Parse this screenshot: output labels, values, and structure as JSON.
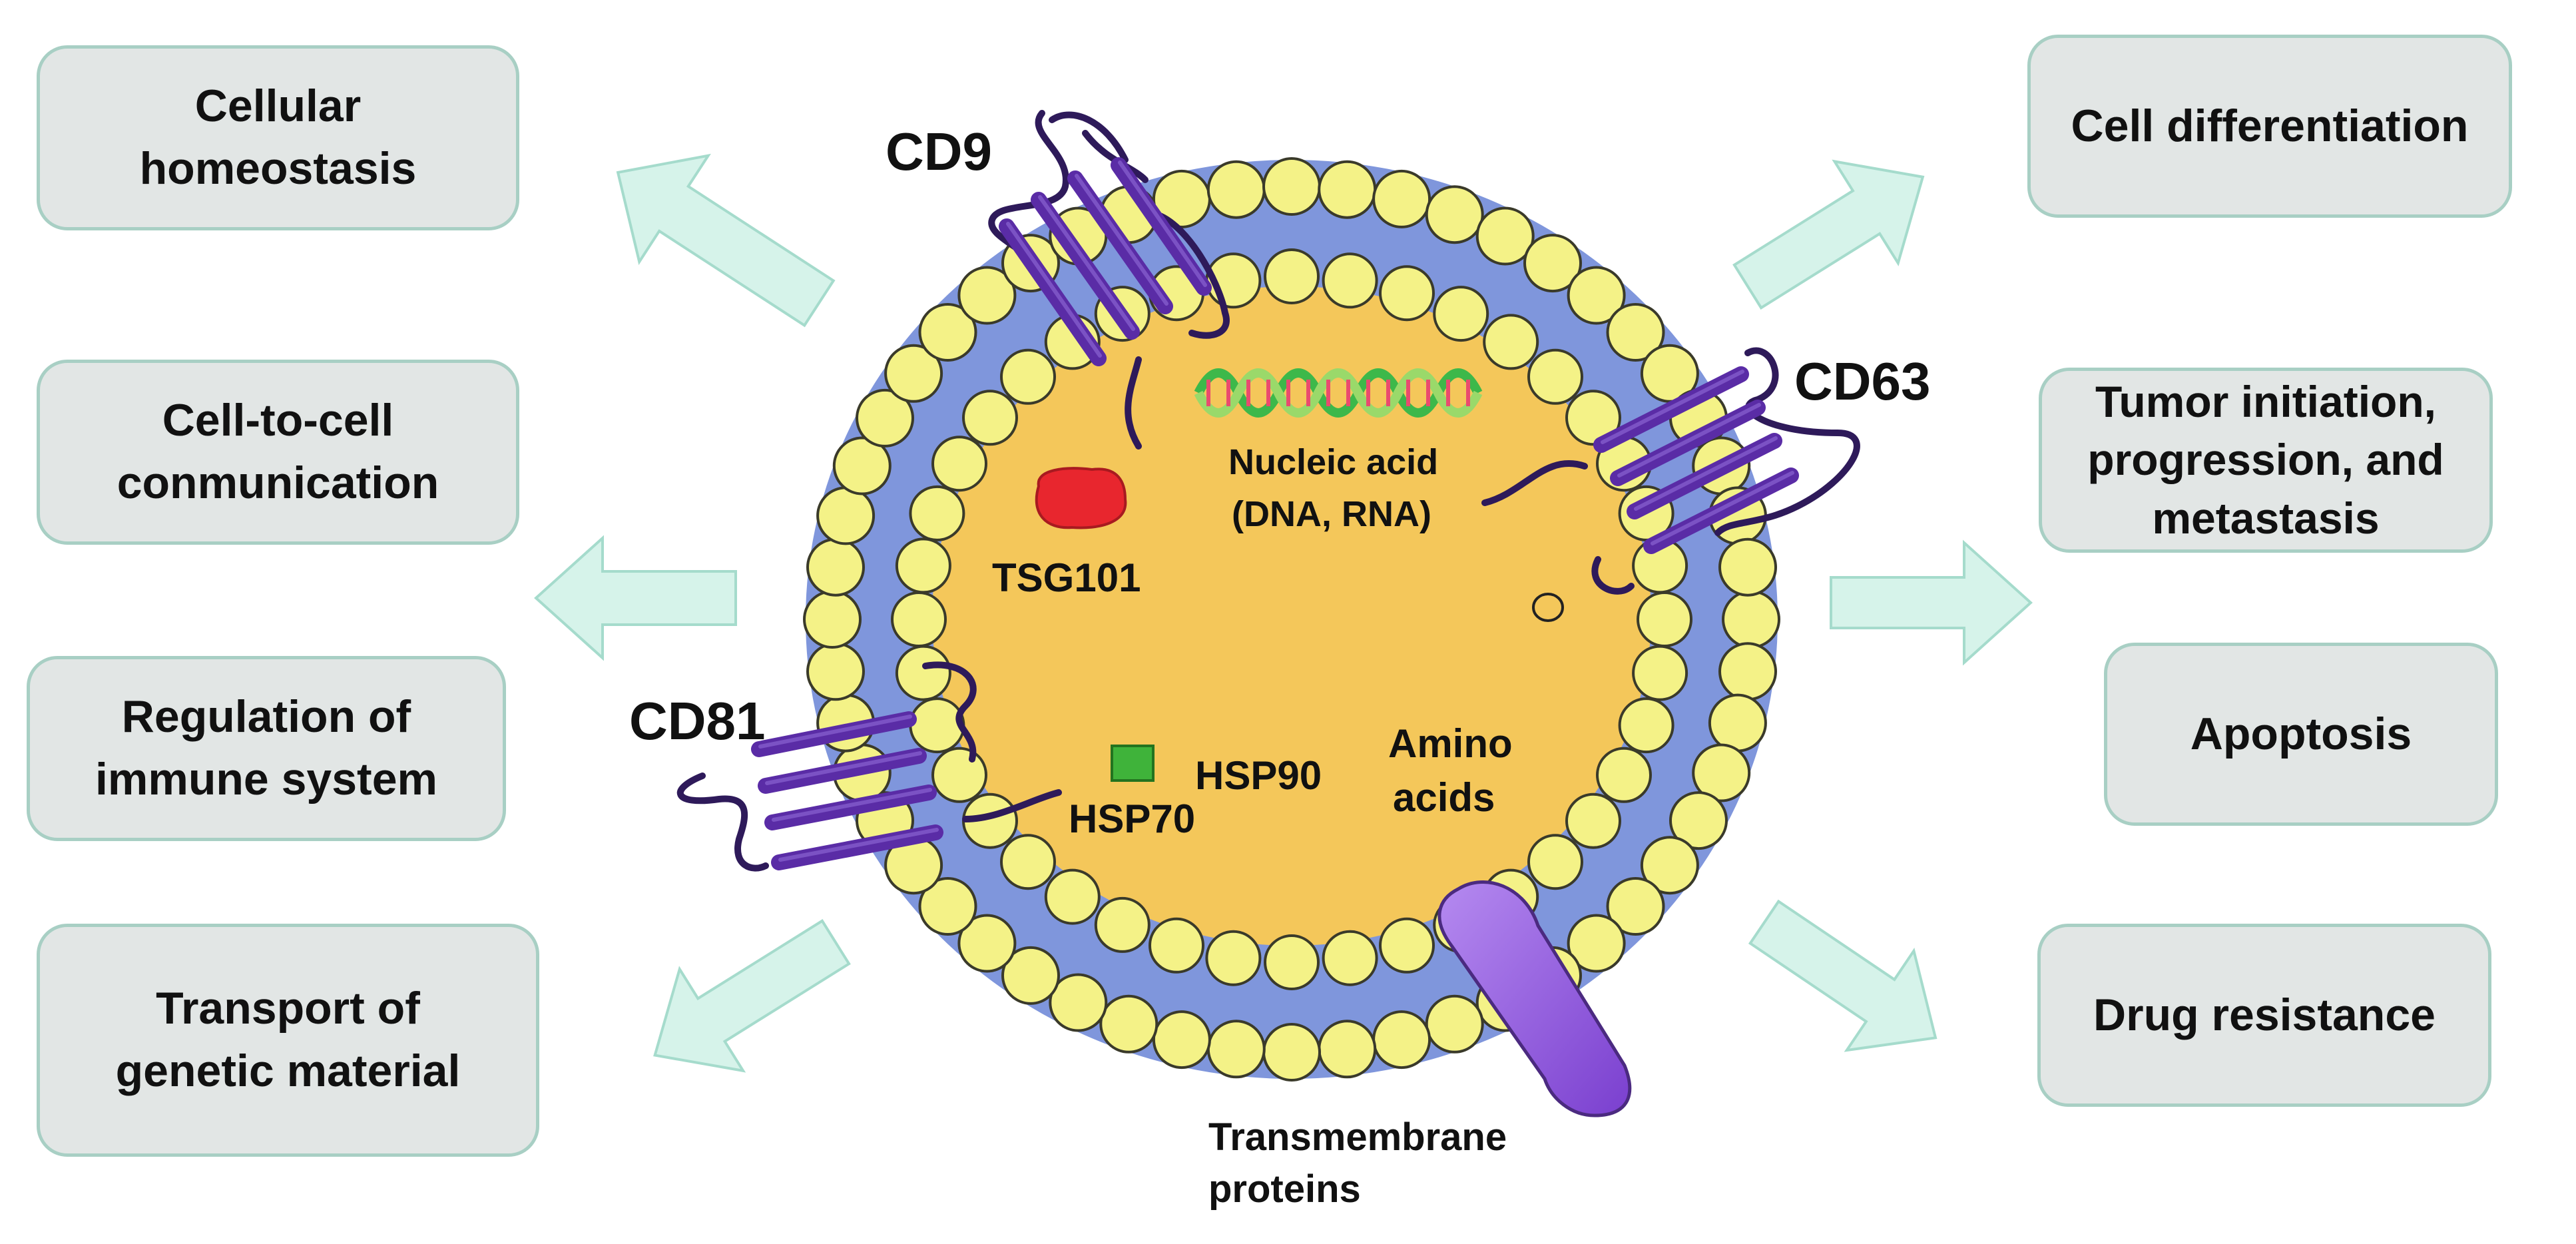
{
  "left_boxes": [
    "Cellular\nhomeostasis",
    "Cell-to-cell\nconmunication",
    "Regulation of\nimmune system",
    "Transport of\ngenetic material"
  ],
  "right_boxes": [
    "Cell differentiation",
    "Tumor initiation,\nprogression, and\nmetastasis",
    "Apoptosis",
    "Drug resistance"
  ],
  "labels": {
    "cd9": "CD9",
    "cd63": "CD63",
    "cd81": "CD81",
    "tsg101": "TSG101",
    "nucleic_acid_1": "Nucleic acid",
    "nucleic_acid_2": "(DNA, RNA)",
    "hsp70": "HSP70",
    "hsp90": "HSP90",
    "amino_1": "Amino",
    "amino_2": "acids",
    "transmembrane_1": "Transmembrane",
    "transmembrane_2": "proteins"
  },
  "colors": {
    "box_fill": "#e2e6e5",
    "box_border": "#a8cfc4",
    "arrow": "#d6f3ea",
    "arrow_border": "#a5dbcc",
    "membrane": "#7f96dc",
    "lumen": "#f4c75a",
    "lipid_head": "#f4f287",
    "tetraspanin": "#5a2ca6",
    "tsg101": "#e8262e",
    "hsp": "#3fb33a",
    "transmembrane_protein": "#9a5ce0"
  }
}
